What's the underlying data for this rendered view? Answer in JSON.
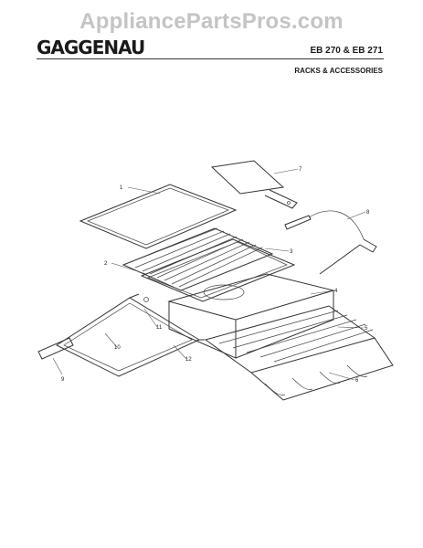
{
  "watermark": "AppliancePartsPros.com",
  "header": {
    "brand": "GAGGENAU",
    "model": "EB 270 & EB 271",
    "section": "RACKS & ACCESSORIES"
  },
  "parts": [
    "1",
    "2",
    "3",
    "4",
    "5",
    "6",
    "7",
    "8",
    "9",
    "10",
    "11",
    "12"
  ]
}
